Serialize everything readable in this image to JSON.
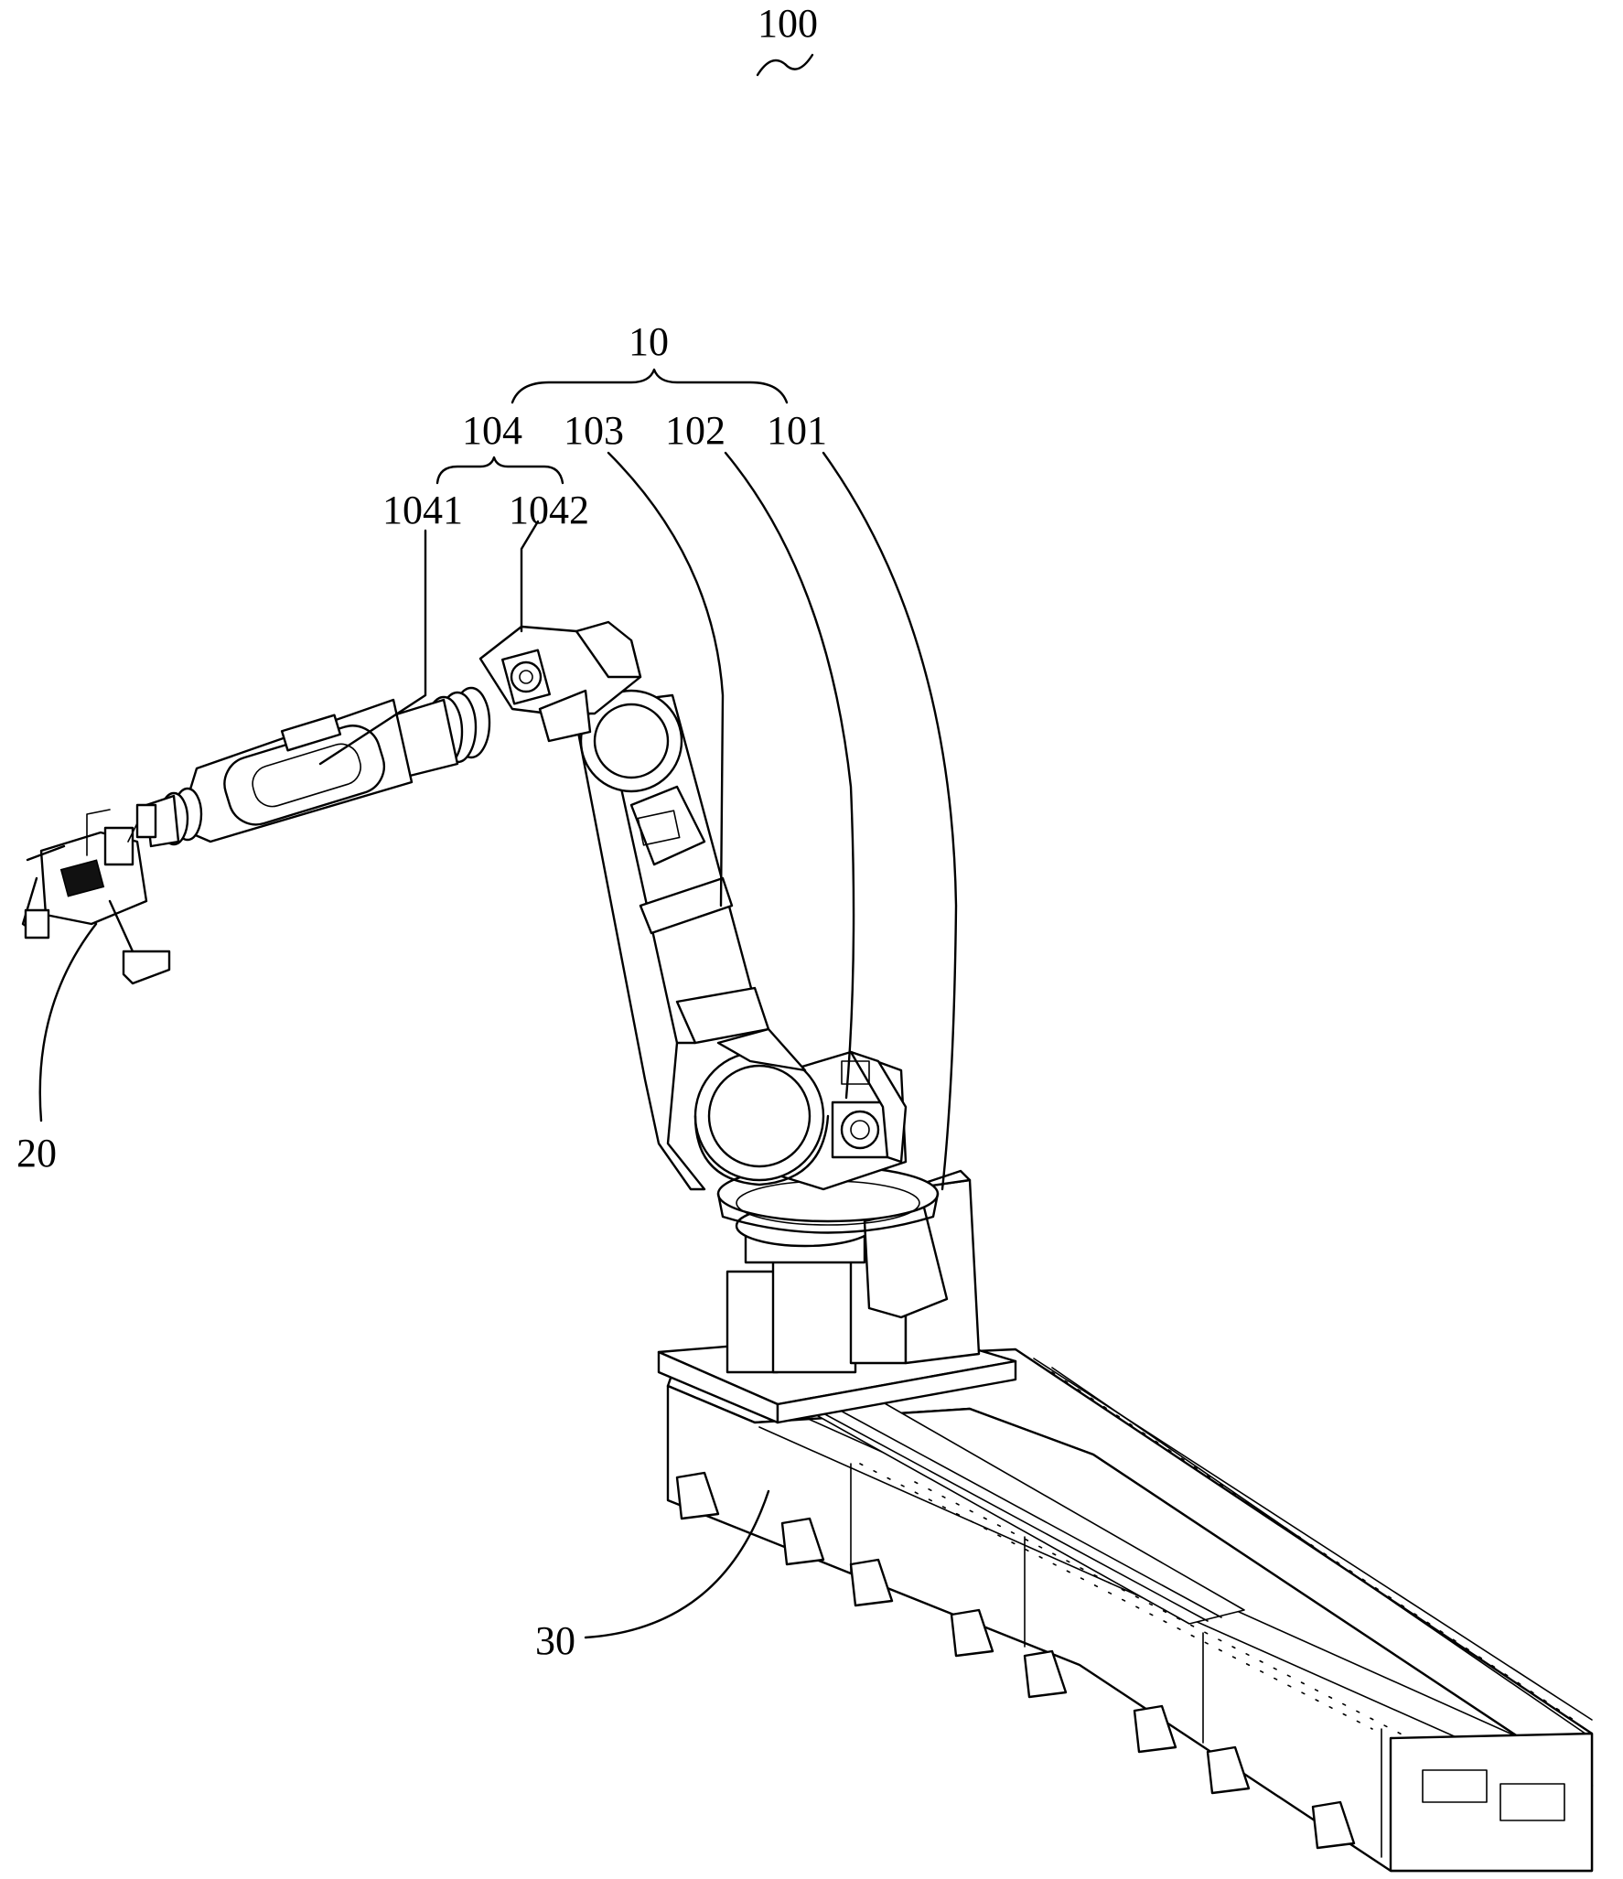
{
  "labels": {
    "assembly": "100",
    "arm": "10",
    "part_104": "104",
    "part_103": "103",
    "part_102": "102",
    "part_101": "101",
    "part_1041": "1041",
    "part_1042": "1042",
    "end_effector": "20",
    "rail": "30"
  }
}
